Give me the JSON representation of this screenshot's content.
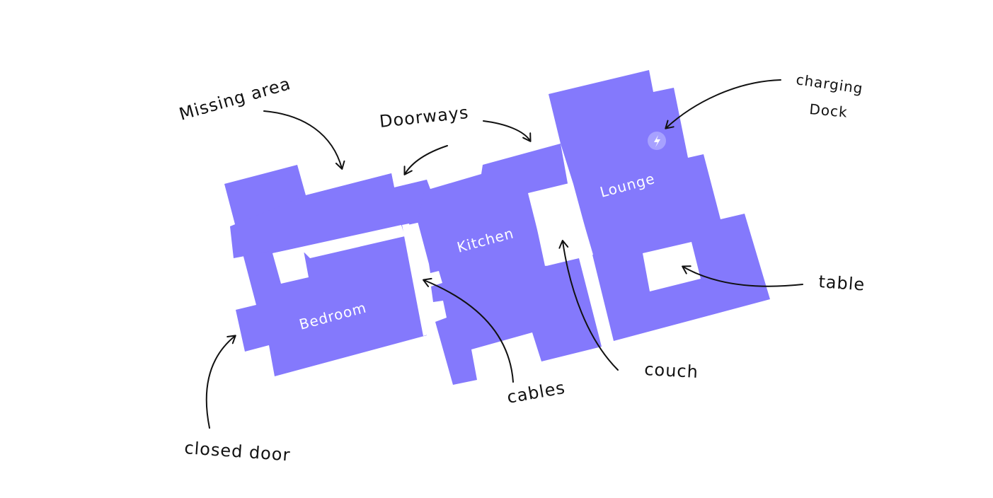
{
  "map": {
    "floor_color": "#8479fc",
    "dock_color": "#a7a1ff",
    "rooms": {
      "bedroom": "Bedroom",
      "kitchen": "Kitchen",
      "lounge": "Lounge"
    }
  },
  "annotations": {
    "missing_area": "Missing area",
    "doorways": "Doorways",
    "charging_line1": "charging",
    "charging_line2": "Dock",
    "table": "table",
    "couch": "couch",
    "cables": "cables",
    "closed_door": "closed door"
  },
  "icons": {
    "dock": "lightning-bolt-icon"
  }
}
